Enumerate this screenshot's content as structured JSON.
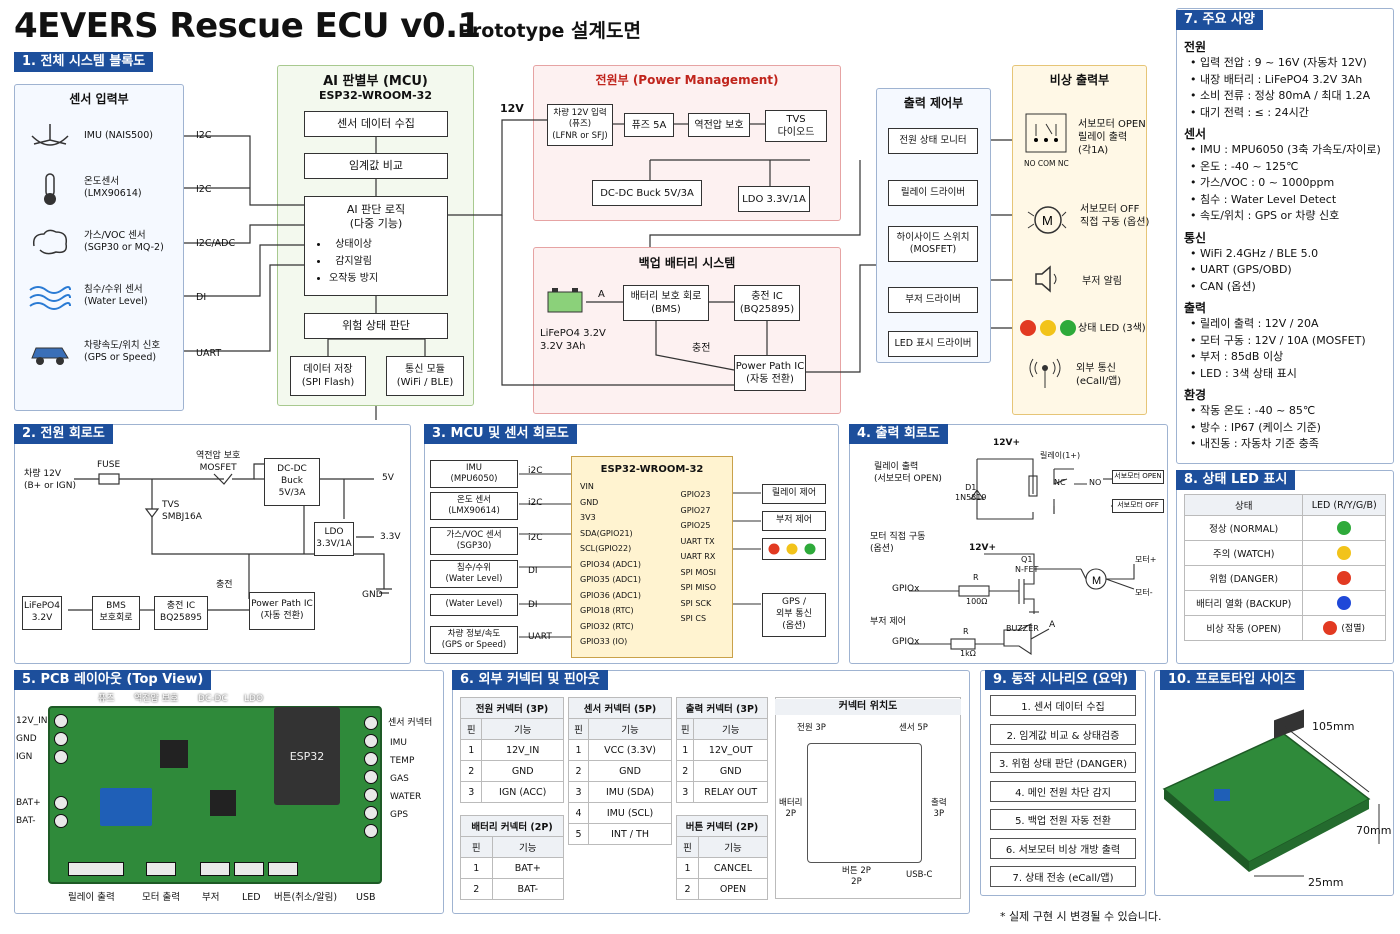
{
  "title": "4EVERS Rescue ECU v0.1",
  "subtitle": "Prototype 설계도면",
  "sec1": {
    "tag": "1. 전체 시스템 블록도",
    "sensor_hdr": "센서 입력부",
    "sensors": [
      {
        "name": "IMU (NAIS500)",
        "bus": "I2C"
      },
      {
        "name": "온도센서\n(LMX90614)",
        "bus": "I2C"
      },
      {
        "name": "가스/VOC 센서\n(SGP30 or MQ-2)",
        "bus": "I2C/ADC"
      },
      {
        "name": "침수/수위 센서\n(Water Level)",
        "bus": "DI"
      },
      {
        "name": "차량속도/위치 신호\n(GPS or Speed)",
        "bus": "UART"
      }
    ],
    "mcu_hdr": "AI 판별부 (MCU)",
    "mcu_sub": "ESP32-WROOM-32",
    "mcu_collect": "센서 데이터 수집",
    "mcu_compare": "임계값 비교",
    "mcu_logic_title": "AI 판단 로직\n(다중 기능)",
    "mcu_logic_items": [
      "상태이상",
      "감지알림",
      "오작동 방지"
    ],
    "mcu_risk": "위험 상태 판단",
    "mcu_store": "데이터 저장\n(SPI Flash)",
    "mcu_comm": "통신 모듈\n(WiFi / BLE)",
    "power_hdr": "전원부 (Power Management)",
    "v12": "12V",
    "p_input": "차량 12V 입력\n(퓨즈)\n(LFNR or SFJ)",
    "p_fuse": "퓨즈 5A",
    "p_rev": "역전압 보호",
    "p_tvs": "TVS\n다이오드",
    "p_buck": "DC-DC Buck 5V/3A",
    "p_ldo": "LDO 3.3V/1A",
    "bat_hdr": "백업 배터리 시스템",
    "bat_cell": "LiFePO4 3.2V\n3.2V 3Ah",
    "bat_a": "A",
    "bat_bms": "배터리 보호 회로\n(BMS)",
    "bat_chg": "충전 IC\n(BQ25895)",
    "bat_chg_lbl": "충전",
    "bat_pp": "Power Path IC\n(자동 전환)",
    "out_hdr": "출력 제어부",
    "outs": [
      "전원 상태 모니터",
      "릴레이 드라이버",
      "하이사이드 스위치\n(MOSFET)",
      "부저 드라이버",
      "LED 표시 드라이버"
    ],
    "emer_hdr": "비상 출력부",
    "emer": [
      {
        "icon": "relay-icon",
        "label": "서보모터 OPEN\n릴레이 출력\n(각1A)",
        "sub": "NO COM NC"
      },
      {
        "icon": "motor-icon",
        "label": "서보모터 OFF\n직접 구동 (옵션)"
      },
      {
        "icon": "speaker-icon",
        "label": "부저 알림"
      },
      {
        "icon": "leds-icon",
        "label": "상태 LED (3색)"
      },
      {
        "icon": "antenna-icon",
        "label": "외부 통신\n(eCall/앱)"
      }
    ]
  },
  "sec2": {
    "tag": "2. 전원 회로도",
    "in": "차량 12V\n(B+ or IGN)",
    "fuse": "FUSE",
    "mosfet": "역전압 보호\nMOSFET",
    "tvs": "TVS\nSMBJ16A",
    "buck": "DC-DC\nBuck\n5V/3A",
    "v5": "5V",
    "ldo": "LDO\n3.3V/1A",
    "v33": "3.3V",
    "gnd": "GND",
    "bat": "LiFePO4\n3.2V",
    "bms": "BMS\n보호회로",
    "chg": "충전 IC\nBQ25895",
    "chg_lbl": "충전",
    "pp": "Power Path IC\n(자동 전환)"
  },
  "sec3": {
    "tag": "3. MCU 및 센서 회로도",
    "chip": "ESP32-WROOM-32",
    "left": [
      {
        "n": "IMU\n(MPU6050)",
        "b": "i2C"
      },
      {
        "n": "온도 센서\n(LMX90614)",
        "b": "i2C"
      },
      {
        "n": "가스/VOC 센서\n(SGP30)",
        "b": "i2C"
      },
      {
        "n": "침수/수위\n(Water Level)",
        "b": "DI"
      },
      {
        "n": "(Water Level)",
        "b": "DI"
      },
      {
        "n": "차량 정보/속도\n(GPS or Speed)",
        "b": "UART"
      }
    ],
    "pins_l": [
      "VIN",
      "GND",
      "3V3",
      "SDA(GPIO21)",
      "SCL(GPIO22)",
      "GPIO34 (ADC1)",
      "GPIO35 (ADC1)",
      "GPIO36 (ADC1)",
      "GPIO18 (RTC)",
      "GPIO32 (RTC)",
      "GPIO33 (IO)"
    ],
    "pins_r": [
      "GPIO23",
      "GPIO27",
      "GPIO25",
      "UART TX",
      "UART RX",
      "SPI MOSI",
      "SPI MISO",
      "SPI SCK",
      "SPI CS"
    ],
    "r_relay": "릴레이 제어",
    "r_buzz": "부저 제어",
    "r_gps": "GPS /\n외부 통신\n(옵션)"
  },
  "sec4": {
    "tag": "4. 출력 회로도",
    "relay_lbl": "릴레이 출력\n(서보모터 OPEN)",
    "v12": "12V+",
    "relay": "릴레이(1+)",
    "d1": "D1\n1N5819",
    "nc": "NC",
    "no": "NO",
    "open": "서보모터 OPEN",
    "off": "서보모터 OFF",
    "motor_lbl": "모터 직접 구동\n(옵션)",
    "v12b": "12V+",
    "q1": "Q1\nN-FET",
    "gpio": "GPIOx",
    "r": "R",
    "r100": "100Ω",
    "mplus": "모터+",
    "mminus": "모터-",
    "buzz_lbl": "부저 제어",
    "gpio2": "GPIOx",
    "r2": "R",
    "r1k": "1kΩ",
    "buzzer": "BUZZER",
    "a": "A"
  },
  "sec5": {
    "tag": "5. PCB 레이아웃 (Top View)",
    "top": [
      "퓨즈",
      "역전압 보호",
      "DC-DC",
      "LDO"
    ],
    "left": [
      "12V_IN",
      "GND",
      "IGN",
      "BAT+",
      "BAT-"
    ],
    "right_title": "센서 커넥터",
    "right": [
      "IMU",
      "TEMP",
      "GAS",
      "WATER",
      "GPS"
    ],
    "chip": "ESP32",
    "bottom": [
      "릴레이 출력",
      "모터 출력",
      "부저",
      "LED",
      "버튼(취소/알림)",
      "USB"
    ]
  },
  "sec6": {
    "tag": "6. 외부 커넥터 및 핀아웃",
    "power": {
      "title": "전원 커넥터 (3P)",
      "h": [
        "핀",
        "기능"
      ],
      "rows": [
        [
          "1",
          "12V_IN"
        ],
        [
          "2",
          "GND"
        ],
        [
          "3",
          "IGN (ACC)"
        ]
      ]
    },
    "sensor": {
      "title": "센서 커넥터 (5P)",
      "h": [
        "핀",
        "기능"
      ],
      "rows": [
        [
          "1",
          "VCC (3.3V)"
        ],
        [
          "2",
          "GND"
        ],
        [
          "3",
          "IMU (SDA)"
        ],
        [
          "4",
          "IMU (SCL)"
        ],
        [
          "5",
          "INT / TH"
        ]
      ]
    },
    "output": {
      "title": "출력 커넥터 (3P)",
      "h": [
        "핀",
        "기능"
      ],
      "rows": [
        [
          "1",
          "12V_OUT"
        ],
        [
          "2",
          "GND"
        ],
        [
          "3",
          "RELAY OUT"
        ]
      ]
    },
    "battery": {
      "title": "배터리 커넥터 (2P)",
      "h": [
        "핀",
        "기능"
      ],
      "rows": [
        [
          "1",
          "BAT+"
        ],
        [
          "2",
          "BAT-"
        ]
      ]
    },
    "button": {
      "title": "버튼 커넥터 (2P)",
      "h": [
        "핀",
        "기능"
      ],
      "rows": [
        [
          "1",
          "CANCEL"
        ],
        [
          "2",
          "OPEN"
        ]
      ]
    },
    "pos": {
      "title": "커넥터 위치도",
      "pwr": "전원 3P",
      "sen": "센서 5P",
      "bat": "배터리\n2P",
      "out": "출력\n3P",
      "btn": "버튼 2P\n2P",
      "usb": "USB-C"
    }
  },
  "sec7": {
    "tag": "7. 주요 사양",
    "groups": [
      {
        "h": "전원",
        "items": [
          "입력 전압 : 9 ~ 16V (자동차 12V)",
          "내장 배터리 : LiFePO4 3.2V 3Ah",
          "소비 전류 : 정상 80mA / 최대 1.2A",
          "대기 전력 : ≤ : 24시간"
        ]
      },
      {
        "h": "센서",
        "items": [
          "IMU : MPU6050 (3축 가속도/자이로)",
          "온도 : -40 ~ 125℃",
          "가스/VOC : 0 ~ 1000ppm",
          "침수 : Water Level Detect",
          "속도/위치 : GPS or 차량 신호"
        ]
      },
      {
        "h": "통신",
        "items": [
          "WiFi 2.4GHz / BLE 5.0",
          "UART (GPS/OBD)",
          "CAN (옵션)"
        ]
      },
      {
        "h": "출력",
        "items": [
          "릴레이 출력 : 12V / 20A",
          "모터 구동 : 12V / 10A (MOSFET)",
          "부저 : 85dB 이상",
          "LED : 3색 상태 표시"
        ]
      },
      {
        "h": "환경",
        "items": [
          "작동 온도 : -40 ~ 85℃",
          "방수 : IP67 (케이스 기준)",
          "내진동 : 자동차 기준 충족"
        ]
      }
    ]
  },
  "sec8": {
    "tag": "8. 상태 LED 표시",
    "h": [
      "상태",
      "LED (R/Y/G/B)"
    ],
    "rows": [
      {
        "s": "정상 (NORMAL)",
        "c": "#2eaa3a"
      },
      {
        "s": "주의 (WATCH)",
        "c": "#f2c31a"
      },
      {
        "s": "위험 (DANGER)",
        "c": "#e23a22"
      },
      {
        "s": "배터리 열화 (BACKUP)",
        "c": "#1f48d8"
      },
      {
        "s": "비상 작동 (OPEN)",
        "c": "#e23a22",
        "note": "(점멸)"
      }
    ]
  },
  "sec9": {
    "tag": "9. 동작 시나리오 (요약)",
    "steps": [
      "1. 센서 데이터 수집",
      "2. 임계값 비교 & 상태검증",
      "3. 위험 상태 판단 (DANGER)",
      "4. 메인 전원 차단 감지",
      "5. 백업 전원 자동 전환",
      "6. 서보모터 비상 개방 출력",
      "7. 상태 전송 (eCall/앱)"
    ]
  },
  "sec10": {
    "tag": "10. 프로토타입 사이즈",
    "w": "105mm",
    "d": "70mm",
    "h": "25mm"
  },
  "footnote": "* 실제 구현 시 변경될 수 있습니다."
}
